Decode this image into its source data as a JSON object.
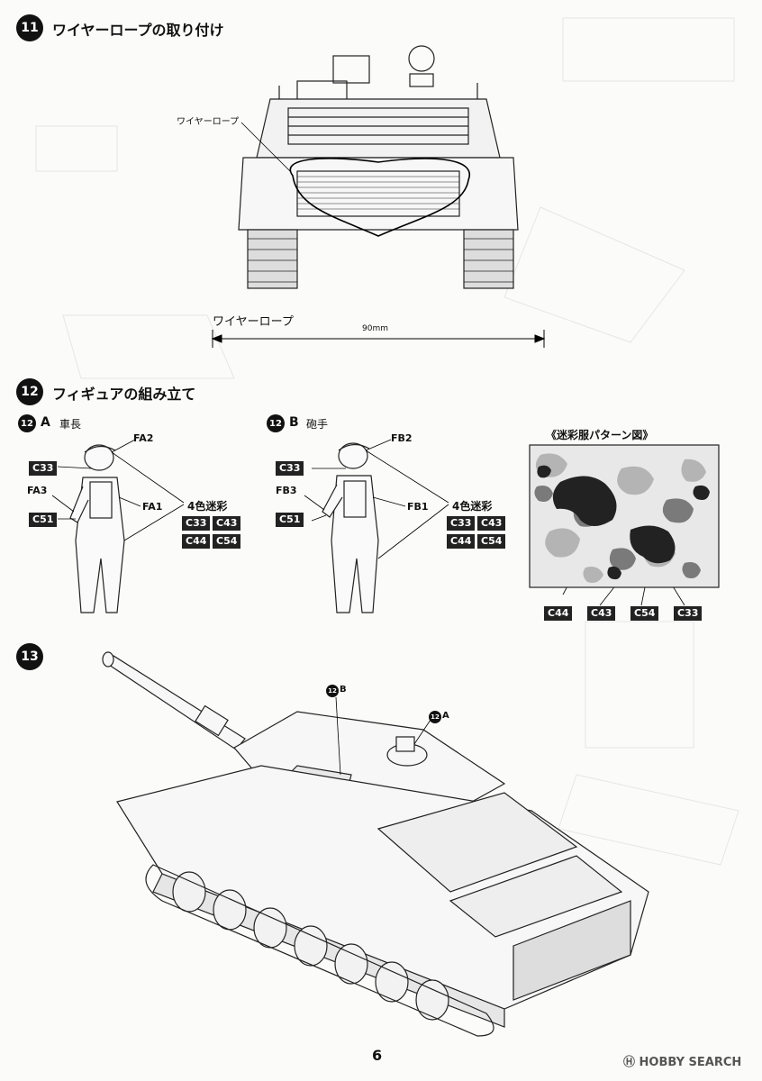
{
  "step11": {
    "number": "11",
    "title": "ワイヤーロープの取り付け",
    "wire_label": "ワイヤーロープ",
    "rope_label": "ワイヤーロープ",
    "length": "90mm"
  },
  "step12": {
    "number": "12",
    "title": "フィギュアの組み立て",
    "A": {
      "badge": "12",
      "letter": "A",
      "name": "車長",
      "head": "FA2",
      "arm": "FA3",
      "body": "FA1",
      "codes_left": [
        "C33",
        "C51"
      ],
      "camo_label": "4色迷彩",
      "camo_codes": [
        "C33",
        "C43",
        "C44",
        "C54"
      ]
    },
    "B": {
      "badge": "12",
      "letter": "B",
      "name": "砲手",
      "head": "FB2",
      "arm": "FB3",
      "body": "FB1",
      "codes_left": [
        "C33",
        "C51"
      ],
      "camo_label": "4色迷彩",
      "camo_codes": [
        "C33",
        "C43",
        "C44",
        "C54"
      ]
    },
    "pattern": {
      "title": "《迷彩服パターン図》",
      "codes": [
        "C44",
        "C43",
        "C54",
        "C33"
      ],
      "colors": [
        "#e8e8e8",
        "#b4b4b4",
        "#7a7a7a",
        "#222222"
      ]
    }
  },
  "step13": {
    "number": "13",
    "callout_b": "B",
    "callout_a": "A",
    "badge": "12"
  },
  "page_number": "6",
  "watermark": "HOBBY SEARCH"
}
